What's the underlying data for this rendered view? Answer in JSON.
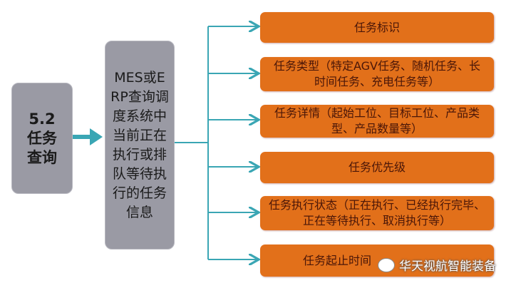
{
  "left_box": {
    "line1": "5.2",
    "line2": "任务",
    "line3": "查询"
  },
  "middle_box": {
    "text": "MES或ERP查询调度系统中当前正在执行或排队等待执行的任务信息"
  },
  "items": [
    {
      "text": "任务标识"
    },
    {
      "text": "任务类型（特定AGV任务、随机任务、长时间任务、充电任务等）"
    },
    {
      "text": "任务详情（起始工位、目标工位、产品类型、产品数量等）"
    },
    {
      "text": "任务优先级"
    },
    {
      "text": "任务执行状态（正在执行、已经执行完毕、正在等待执行、取消执行等）"
    },
    {
      "text": "任务起止时间"
    }
  ],
  "watermark": "华天视航智能装备",
  "colors": {
    "orange": "#e2701a",
    "gray": "#9a9aa4",
    "teal": "#3aa6b4"
  }
}
